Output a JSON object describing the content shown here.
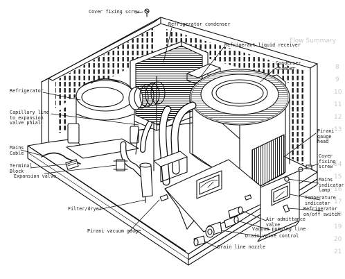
{
  "labels": {
    "cover_fixing_screw_top": "Cover fixing screw",
    "refrigerator_condenser": "Refrigerator condenser",
    "refrigerant_liquid_receiver": "Refrigerant liquid receiver",
    "condenser_chamber": "Condenser\nchamber",
    "refrigerator": "Refrigerator",
    "capillary_line": "Capillary line\nto expansion\nvalve phial",
    "mains_cable": "Mains\nCable",
    "terminal_block": "Terminal\nBlock",
    "expansion_valve": "Expansion valve",
    "filter_dryer": "Filter/dryer",
    "pirani_vacuum_gauge": "Pirani vacuum gauge",
    "pirani_gauge_head": "Pirani\ngauge\nhead",
    "cover_fixing_screw_right": "Cover\nfixing\nscrew",
    "mains_indicator_lamp": "Mains\nindicator\nlamp",
    "temperature_indicator": "Temperature\nindicator",
    "refrigerator_switch": "Refrigerator\non/off switch",
    "air_admittance_valve": "Air admittance\nvalve",
    "vacuum_pumping_line": "Vacuum pumping line",
    "drain_valve_control": "Drain valve control",
    "drain_line_nozzle": "Drain line nozzle"
  },
  "background_text": {
    "top_right": "Flow Summary",
    "margin_numbers": [
      "8",
      "9",
      "10",
      "11",
      "12",
      "13",
      "14",
      "15",
      "16",
      "17",
      "18",
      "19",
      "20",
      "21"
    ]
  },
  "colors": {
    "ink": "#111111",
    "paper": "#ffffff",
    "ghost": "#c9c9c9"
  }
}
